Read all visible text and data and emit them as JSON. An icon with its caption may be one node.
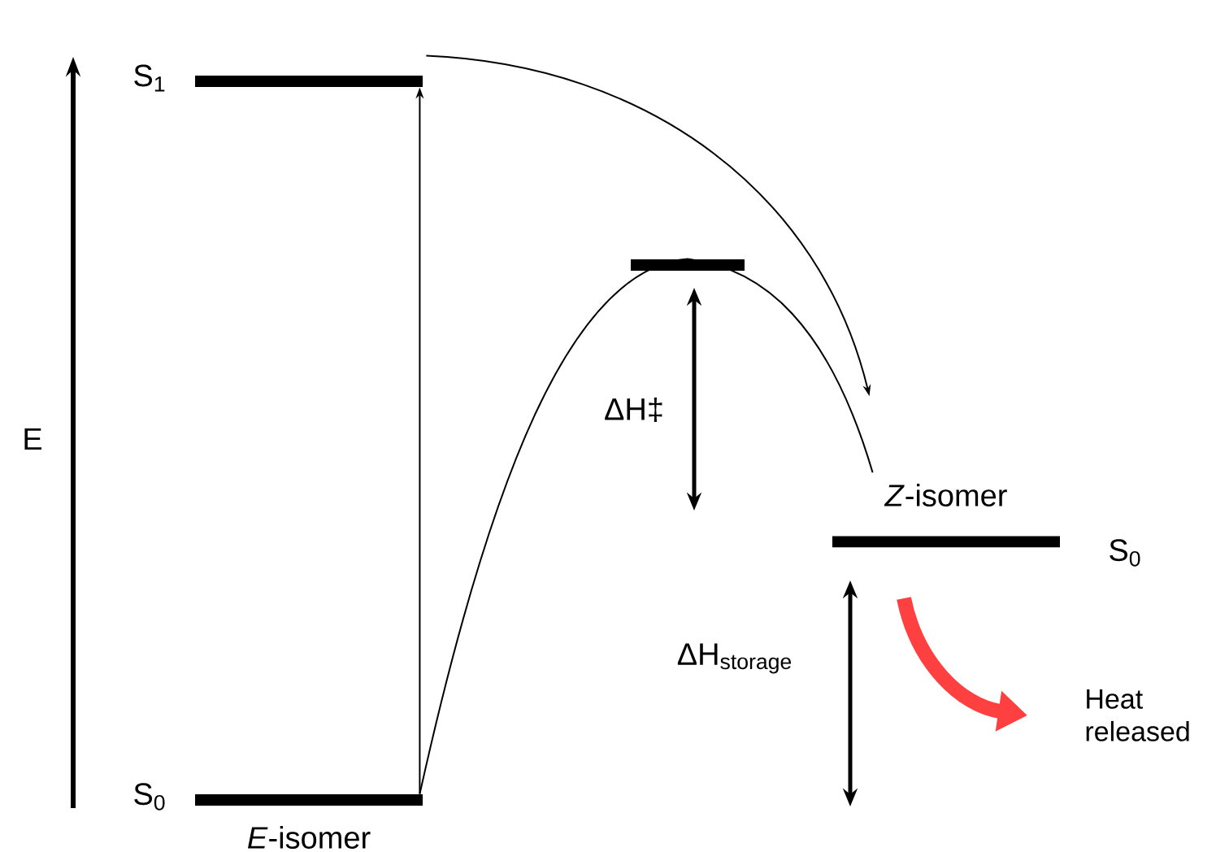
{
  "diagram": {
    "nodes": [
      {
        "text": [],
        "shape": "bar",
        "beside": [
          "S$_{1}$"
        ]
      },
      {
        "text": [],
        "shape": "bar"
      },
      {
        "text": [
          "*Z*-isomer"
        ],
        "beside": [
          "S$_{0}$"
        ]
      },
      {
        "text": [],
        "shape": "bar",
        "beside": [
          "S$_{0}$",
          "*E*-isomer"
        ]
      }
    ],
    "edges": [
      {
        "from": 3,
        "to": 0,
        "arrow": "to"
      },
      {
        "from": 0,
        "to": 2,
        "arrow": "to"
      },
      {
        "from": 3,
        "to": 1,
        "arrow": "none"
      },
      {
        "from": 1,
        "to": 2,
        "arrow": "none"
      }
    ],
    "labels": [
      "E",
      "ΔH‡",
      "ΔH$_{storage}$",
      "Heat released"
    ]
  }
}
